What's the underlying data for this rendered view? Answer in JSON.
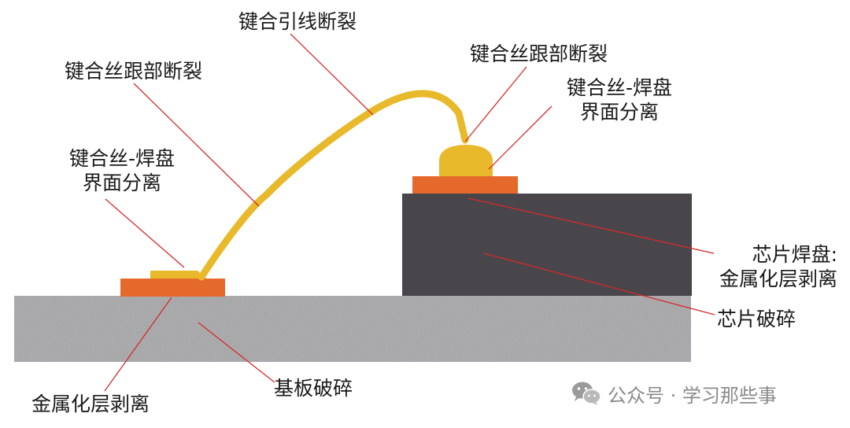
{
  "labels": {
    "wire_break": "键合引线断裂",
    "heel_left": "键合丝跟部断裂",
    "heel_right": "键合丝跟部断裂",
    "pad_sep_left": [
      "键合丝-焊盘",
      "界面分离"
    ],
    "pad_sep_right": [
      "键合丝-焊盘",
      "界面分离"
    ],
    "chip_pad_peel": [
      "芯片焊盘:",
      "金属化层剥离"
    ],
    "chip_crack": "芯片破碎",
    "substrate_peel": "金属化层剥离",
    "substrate_crack": "基板破碎"
  },
  "watermark": {
    "icon": "wechat-icon",
    "text": "公众号 · 学习那些事"
  },
  "colors": {
    "wire": "#e8b92a",
    "pad": "#e6692c",
    "chip": "#48464b",
    "substrate": "#a3a3a6",
    "leader": "#d42a2a"
  }
}
